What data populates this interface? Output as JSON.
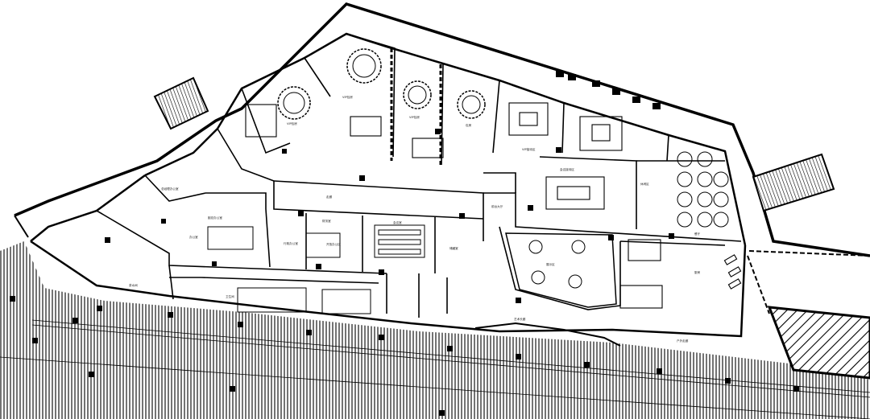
{
  "diagram": {
    "type": "architectural-floor-plan",
    "colors": {
      "line": "#000000",
      "background": "#ffffff"
    },
    "room_labels": [
      {
        "id": "vip-room-1",
        "text": "VIP包房"
      },
      {
        "id": "vip-room-2",
        "text": "VIP包房"
      },
      {
        "id": "vip-room-3",
        "text": "VIP包房"
      },
      {
        "id": "vip-room-4",
        "text": "包房"
      },
      {
        "id": "vip-reception",
        "text": "VIP接待区"
      },
      {
        "id": "reception-hall",
        "text": "会议接待区"
      },
      {
        "id": "boss-office",
        "text": "总经理办公室"
      },
      {
        "id": "gm-office",
        "text": "副总办公室"
      },
      {
        "id": "office-a",
        "text": "办公室"
      },
      {
        "id": "meeting-room",
        "text": "会议室"
      },
      {
        "id": "corridor",
        "text": "走廊"
      },
      {
        "id": "finance",
        "text": "财务室"
      },
      {
        "id": "admin-office",
        "text": "行政办公室"
      },
      {
        "id": "open-office",
        "text": "开放办公区"
      },
      {
        "id": "storage",
        "text": "储藏室"
      },
      {
        "id": "lobby",
        "text": "前台大厅"
      },
      {
        "id": "exhibition",
        "text": "展示区"
      },
      {
        "id": "leisure",
        "text": "休闲区"
      },
      {
        "id": "dining",
        "text": "餐厅"
      },
      {
        "id": "kitchen",
        "text": "厨房"
      },
      {
        "id": "tearoom",
        "text": "茶水间"
      },
      {
        "id": "toilet",
        "text": "卫生间"
      },
      {
        "id": "outdoor-lobby",
        "text": "户外走廊"
      },
      {
        "id": "art-gallery",
        "text": "艺术长廊"
      }
    ]
  }
}
